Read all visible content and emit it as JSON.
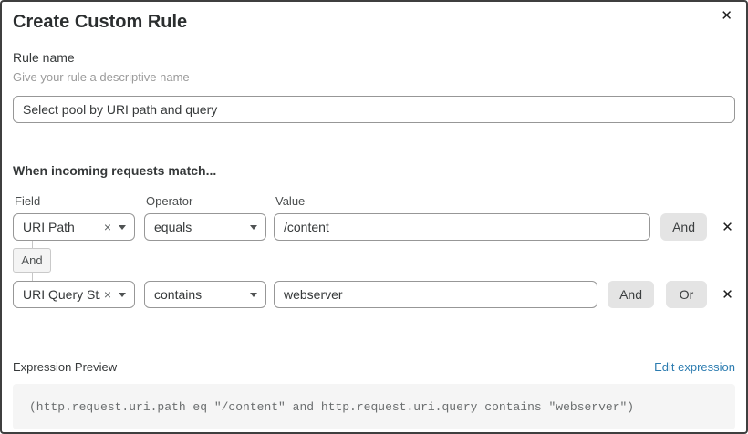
{
  "dialog": {
    "title": "Create Custom Rule",
    "close_icon": "✕"
  },
  "rule_name": {
    "label": "Rule name",
    "helper": "Give your rule a descriptive name",
    "value": "Select pool by URI path and query"
  },
  "matcher": {
    "heading": "When incoming requests match...",
    "columns": {
      "field": "Field",
      "operator": "Operator",
      "value": "Value"
    },
    "connector_label": "And",
    "rows": [
      {
        "field": "URI Path",
        "operator": "equals",
        "value": "/content",
        "and_button": "And",
        "remove_icon": "✕",
        "clear_icon": "×"
      },
      {
        "field": "URI Query St...",
        "operator": "contains",
        "value": "webserver",
        "and_button": "And",
        "or_button": "Or",
        "remove_icon": "✕",
        "clear_icon": "×"
      }
    ]
  },
  "expression": {
    "label": "Expression Preview",
    "edit_link": "Edit expression",
    "code": "(http.request.uri.path eq \"/content\" and http.request.uri.query contains \"webserver\")"
  },
  "colors": {
    "link": "#2c7cb0",
    "input_border": "#979797",
    "button_bg": "#e4e4e4",
    "code_bg": "#f5f5f5",
    "dialog_border": "#3f3f3f"
  }
}
